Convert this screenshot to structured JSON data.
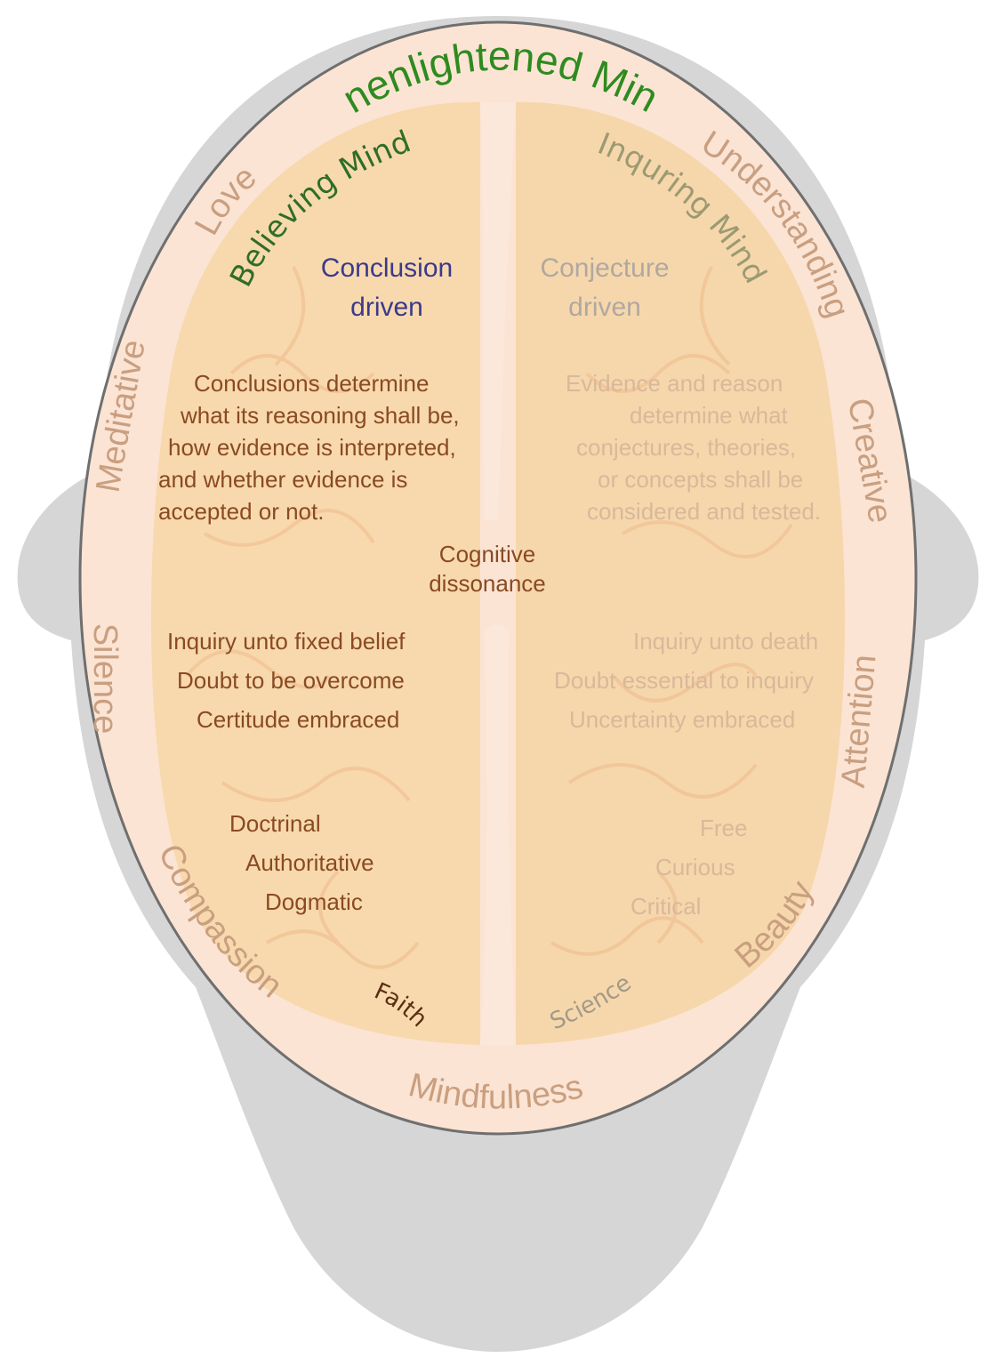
{
  "colors": {
    "head": "#d6d6d6",
    "ring": "#fbe4d4",
    "ring_stroke": "#6f6f6f",
    "brain": "#f8d9ae",
    "fissure": "#fbe8da",
    "rim_text": "#c99f80",
    "title_green": "#2e8b1f",
    "believing_green": "#2f6e25",
    "inquiring_olive": "#9c9a72",
    "conclusion_blue": "#3a3a8a",
    "conjecture_grey": "#b0a8a0",
    "left_text": "#8a4a22",
    "right_text": "#d9b89a",
    "faith": "#5a2d12",
    "science": "#a39a88"
  },
  "title": "Unenlightened Mind",
  "believing_mind": "Believing Mind",
  "inquiring_mind": "Inquring Mind",
  "left_header": {
    "line1": "Conclusion",
    "line2": "driven"
  },
  "right_header": {
    "line1": "Conjecture",
    "line2": "driven"
  },
  "left_paragraph": [
    "Conclusions determine",
    "what its reasoning shall be,",
    "how evidence is interpreted,",
    "and whether evidence is",
    "accepted or not."
  ],
  "right_paragraph": [
    "Evidence and reason",
    "determine what",
    "conjectures, theories,",
    "or concepts shall be",
    "considered and tested."
  ],
  "center": {
    "line1": "Cognitive",
    "line2": "dissonance"
  },
  "left_inquiry": [
    "Inquiry unto fixed belief",
    "Doubt to be overcome",
    "Certitude embraced"
  ],
  "right_inquiry": [
    "Inquiry unto death",
    "Doubt essential to inquiry",
    "Uncertainty embraced"
  ],
  "left_traits": [
    "Doctrinal",
    "Authoritative",
    "Dogmatic"
  ],
  "right_traits": [
    "Free",
    "Curious",
    "Critical"
  ],
  "faith": "Faith",
  "science": "Science",
  "rim": {
    "love": "Love",
    "meditative": "Meditative",
    "silence": "Silence",
    "compassion": "Compassion",
    "mindfulness": "Mindfulness",
    "beauty": "Beauty",
    "attention": "Attention",
    "creative": "Creative",
    "understanding": "Understanding"
  }
}
